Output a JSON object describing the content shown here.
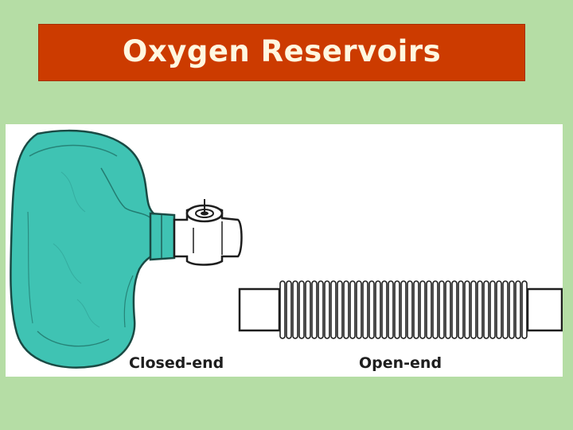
{
  "slide": {
    "title": "Oxygen Reservoirs"
  },
  "figure": {
    "closed_label": "Closed-end",
    "open_label": "Open-end"
  },
  "colors": {
    "background": "#b5dda5",
    "title_bar": "#cc3b00",
    "title_text": "#fff7e0",
    "bag": "#3fc3b3",
    "tube": "#ffffff"
  }
}
